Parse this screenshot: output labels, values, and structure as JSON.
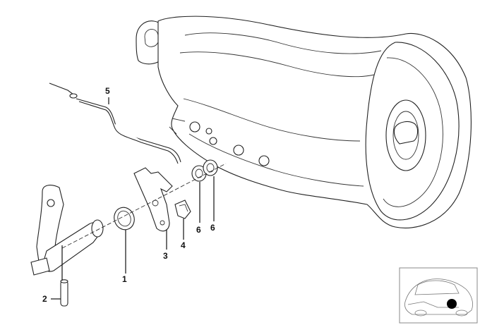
{
  "diagram": {
    "callouts": [
      {
        "id": "callout-1",
        "label": "1"
      },
      {
        "id": "callout-2",
        "label": "2"
      },
      {
        "id": "callout-3",
        "label": "3"
      },
      {
        "id": "callout-4",
        "label": "4"
      },
      {
        "id": "callout-5",
        "label": "5"
      },
      {
        "id": "callout-6a",
        "label": "6"
      },
      {
        "id": "callout-6b",
        "label": "6"
      }
    ]
  }
}
